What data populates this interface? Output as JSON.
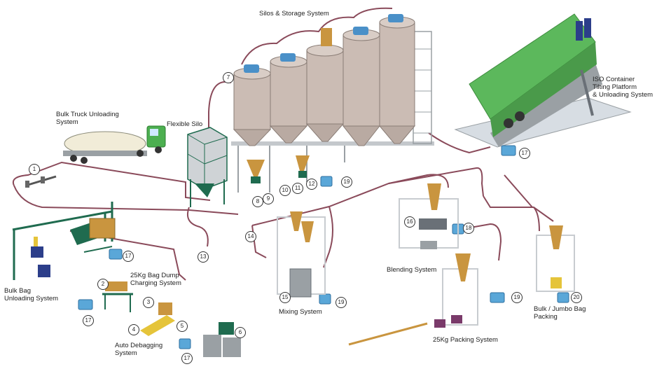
{
  "labels": {
    "silos": "Silos & Storage System",
    "iso_line1": "ISO Container",
    "iso_line2": "Tilting Platform",
    "iso_line3": "& Unloading System",
    "truck_line1": "Bulk Truck Unloading",
    "truck_line2": "System",
    "flexible_silo": "Flexible Silo",
    "bulk_bag_line1": "Bulk Bag",
    "bulk_bag_line2": "Unloading System",
    "dump_line1": "25Kg Bag Dump",
    "dump_line2": "Charging System",
    "debag_line1": "Auto Debagging",
    "debag_line2": "System",
    "mixing": "Mixing System",
    "blending": "Blending System",
    "packing25": "25Kg Packing System",
    "jumbo_line1": "Bulk / Jumbo Bag",
    "jumbo_line2": "Packing"
  },
  "callouts": {
    "n1": "1",
    "n2": "2",
    "n3": "3",
    "n4": "4",
    "n5": "5",
    "n6": "6",
    "n7": "7",
    "n8": "8",
    "n9": "9",
    "n10": "10",
    "n11": "11",
    "n12": "12",
    "n13": "13",
    "n14": "14",
    "n15": "15",
    "n16": "16",
    "n17a": "17",
    "n17b": "17",
    "n17c": "17",
    "n17d": "17",
    "n18": "18",
    "n19a": "19",
    "n19b": "19",
    "n19c": "19",
    "n20": "20"
  },
  "colors": {
    "pipe": "#8a4a5a",
    "silo_body": "#cbbcb4",
    "frame": "#c8ccd0",
    "green_frame": "#1f6b4f",
    "blower": "#5aa7d8",
    "container": "#5cb85c",
    "hopper": "#c9953f"
  }
}
